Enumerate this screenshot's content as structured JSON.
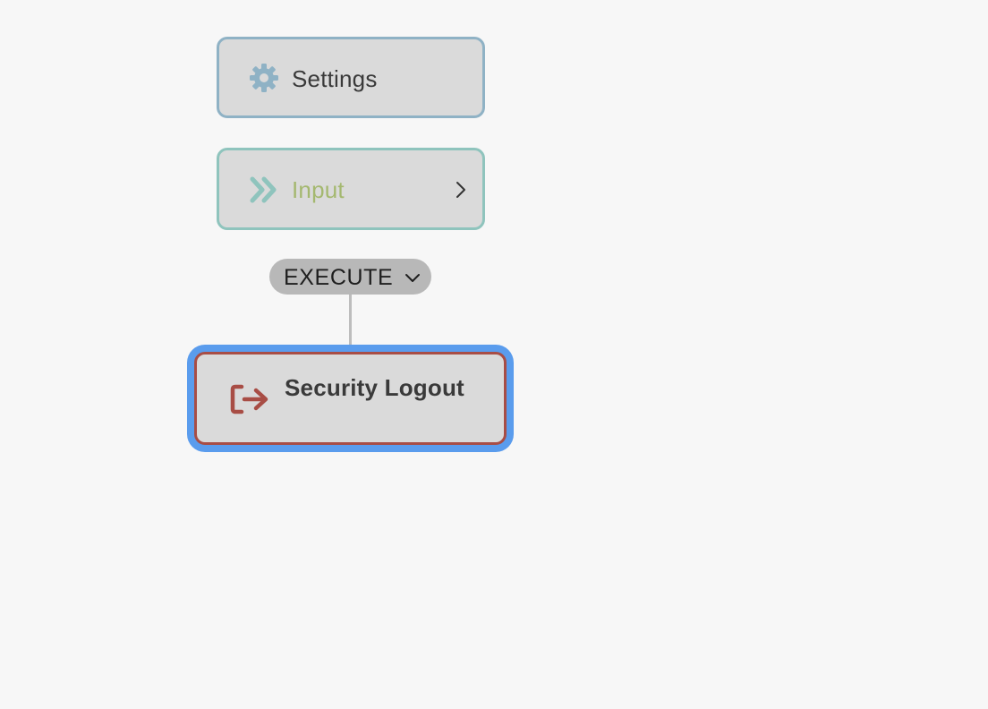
{
  "nodes": {
    "settings": {
      "label": "Settings",
      "icon": "gear-icon",
      "color": "#8fb2c5"
    },
    "input": {
      "label": "Input",
      "icon": "double-chevron-right-icon",
      "color": "#8fc4bd",
      "label_color": "#a4b86f"
    },
    "logout": {
      "label": "Security Logout",
      "icon": "logout-icon",
      "color": "#a84d45",
      "selected": true
    }
  },
  "execute": {
    "label": "EXECUTE",
    "icon": "chevron-down-icon"
  },
  "colors": {
    "background": "#f7f7f7",
    "node_fill": "#dadada",
    "selection": "#5a9ced"
  }
}
